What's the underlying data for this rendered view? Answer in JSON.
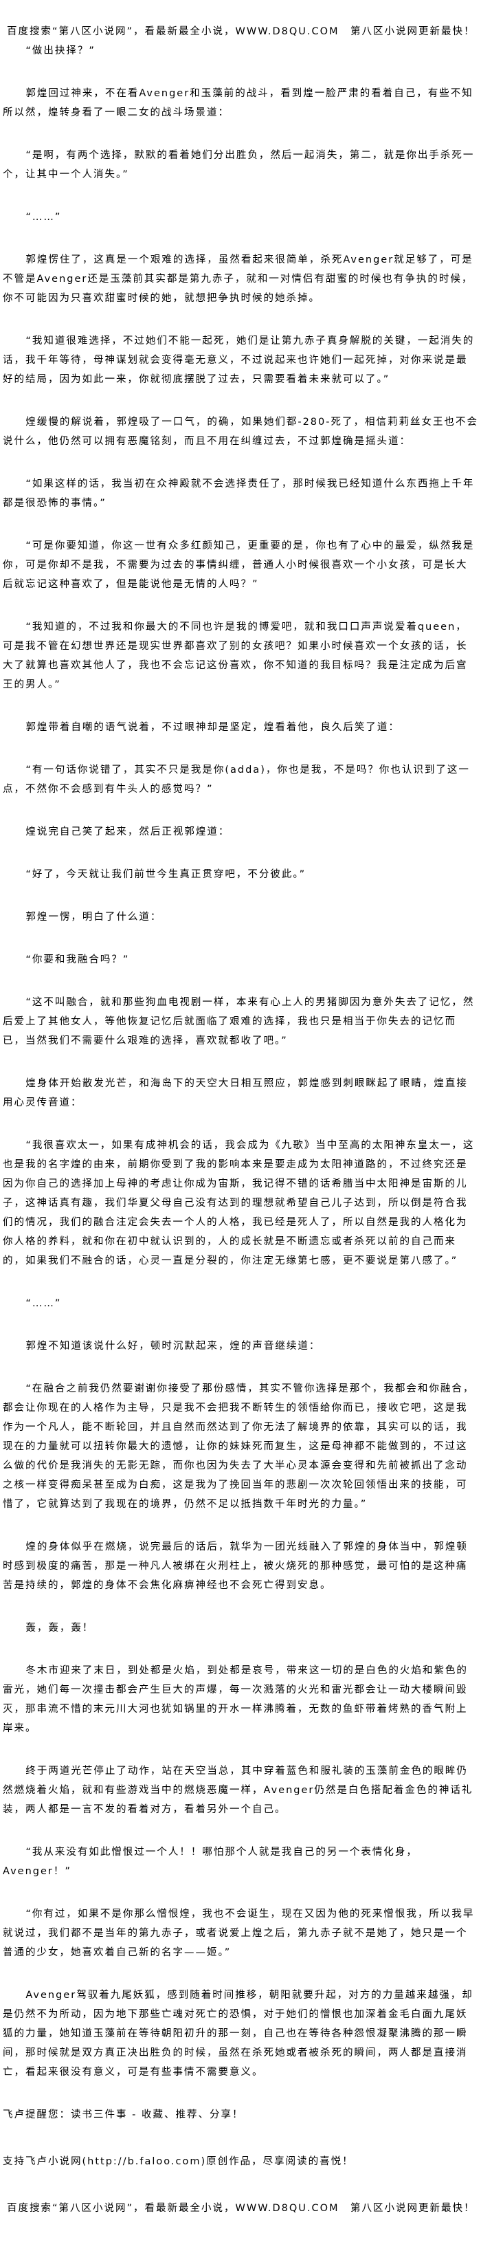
{
  "header_notice": "百度搜索“第八区小说网”，看最新最全小说，WWW.D8QU.COM　第八区小说网更新最快！",
  "paragraphs": [
    "“做出抉择？”",
    "郭煌回过神来，不在看Avenger和玉藻前的战斗，看到煌一脸严肃的看着自己，有些不知所以然，煌转身看了一眼二女的战斗场景道：",
    "“是啊，有两个选择，默默的看着她们分出胜负，然后一起消失，第二，就是你出手杀死一个，让其中一个人消失。”",
    "“……”",
    "郭煌愣住了，这真是一个艰难的选择，虽然看起来很简单，杀死Avenger就足够了，可是不管是Avenger还是玉藻前其实都是第九赤子，就和一对情侣有甜蜜的时候也有争执的时候，你不可能因为只喜欢甜蜜时候的她，就想把争执时候的她杀掉。",
    "“我知道很难选择，不过她们不能一起死，她们是让第九赤子真身解脱的关键，一起消失的话，我千年等待，母神谋划就会变得毫无意义，不过说起来也许她们一起死掉，对你来说是最好的结局，因为如此一来，你就彻底摆脱了过去，只需要看着未来就可以了。”",
    "煌缓慢的解说着，郭煌吸了一口气，的确，如果她们都-280-死了，相信莉莉丝女王也不会说什么，他仍然可以拥有恶魔铭刻，而且不用在纠缠过去，不过郭煌确是摇头道：",
    "“如果这样的话，我当初在众神殿就不会选择责任了，那时候我已经知道什么东西拖上千年都是很恐怖的事情。”",
    "“可是你要知道，你这一世有众多红颜知己，更重要的是，你也有了心中的最爱，纵然我是你，可是你却不是我，不需要为过去的事情纠缠，普通人小时候很喜欢一个小女孩，可是长大后就忘记这种喜欢了，但是能说他是无情的人吗？”",
    "“我知道的，不过我和你最大的不同也许是我的博爱吧，就和我口口声声说爱着queen，可是我不管在幻想世界还是现实世界都喜欢了别的女孩吧？如果小时候喜欢一个女孩的话，长大了就算也喜欢其他人了，我也不会忘记这份喜欢，你不知道的我目标吗？我是注定成为后宫王的男人。”",
    "郭煌带着自嘲的语气说着，不过眼神却是坚定，煌看着他，良久后笑了道：",
    "“有一句话你说错了，其实不只是我是你(adda)，你也是我，不是吗？你也认识到了这一点，不然你不会感到有牛头人的感觉吗？”",
    "煌说完自己笑了起来，然后正视郭煌道：",
    "“好了，今天就让我们前世今生真正贯穿吧，不分彼此。”",
    "郭煌一愣，明白了什么道：",
    "“你要和我融合吗？”",
    "“这不叫融合，就和那些狗血电视剧一样，本来有心上人的男猪脚因为意外失去了记忆，然后爱上了其他女人，等他恢复记忆后就面临了艰难的选择，我也只是相当于你失去的记忆而已，当然我们不需要什么艰难的选择，喜欢就都收了吧。”",
    "煌身体开始散发光芒，和海岛下的天空大日相互照应，郭煌感到刺眼眯起了眼睛，煌直接用心灵传音道：",
    "“我很喜欢太一，如果有成神机会的话，我会成为《九歌》当中至高的太阳神东皇太一，这也是我的名字煌的由来，前期你受到了我的影响本来是要走成为太阳神道路的，不过终究还是因为你自己的选择加上母神的考虑让你成为宙斯，我记得不错的话希腊当中太阳神是宙斯的儿子，这神话真有趣，我们华夏父母自己没有达到的理想就希望自己儿子达到，所以倒是符合我们的情况，我们的融合注定会失去一个人的人格，我已经是死人了，所以自然是我的人格化为你人格的养料，就和你在初中就认识到的，人的成长就是不断遗忘或者杀死以前的自己而来的，如果我们不融合的话，心灵一直是分裂的，你注定无缘第七感，更不要说是第八感了。”",
    "“……”",
    "郭煌不知道该说什么好，顿时沉默起来，煌的声音继续道：",
    "“在融合之前我仍然要谢谢你接受了那份感情，其实不管你选择是那个，我都会和你融合，都会让你现在的人格作为主导，只是我不会把我不断转生的领悟给你而已，接收它吧，这是我作为一个凡人，能不断轮回，并且自然而然达到了你无法了解境界的依靠，其实可以的话，我现在的力量就可以扭转你最大的遗憾，让你的妹妹死而复生，这是母神都不能做到的，不过这么做的代价是我消失的无影无踪，而你也因为失去了大半心灵本源会变得和先前被抓出了念动之核一样变得痴呆甚至成为白痴，这是我为了挽回当年的悲剧一次次轮回领悟出来的技能，可惜了，它就算达到了我现在的境界，仍然不足以抵挡数千年时光的力量。”",
    "煌的身体似乎在燃烧，说完最后的话后，就华为一团光线融入了郭煌的身体当中，郭煌顿时感到极度的痛苦，那是一种凡人被绑在火刑柱上，被火烧死的那种感觉，最可怕的是这种痛苦是持续的，郭煌的身体不会焦化麻痹神经也不会死亡得到安息。",
    "轰，轰，轰！",
    "冬木市迎来了末日，到处都是火焰，到处都是哀号，带来这一切的是白色的火焰和紫色的雷光，她们每一次撞击都会产生巨大的声爆，每一次溅落的火光和雷光都会让一动大楼瞬间毁灭，那串流不惜的末元川大河也犹如锅里的开水一样沸腾着，无数的鱼虾带着烤熟的香气附上岸来。",
    "终于两道光芒停止了动作，站在天空当总，其中穿着蓝色和服礼装的玉藻前金色的眼眸仍然燃烧着火焰，就和有些游戏当中的燃烧恶魔一样，Avenger仍然是白色搭配着金色的神话礼装，两人都是一言不发的看着对方，看着另外一个自己。",
    "“我从来没有如此憎恨过一个人！！哪怕那个人就是我自己的另一个表情化身，Avenger！”",
    "“你有过，如果不是你那么憎恨煌，我也不会诞生，现在又因为他的死来憎恨我，所以我早就说过，我们都不是当年的第九赤子，或者说爱上煌之后，第九赤子就不是她了，她只是一个普通的少女，她喜欢着自己新的名字——姬。”",
    "Avenger驾驭着九尾妖狐，感到随着时间推移，朝阳就要升起，对方的力量越来越强，却是仍然不为所动，因为地下那些亡魂对死亡的恐惧，对于她们的憎恨也加深着金毛白面九尾妖狐的力量，她知道玉藻前在等待朝阳初升的那一刻，自己也在等待各种怨恨凝聚沸腾的那一瞬间，那时候就是双方真正决出胜负的时候，虽然在杀死她或者被杀死的瞬间，两人都是直接消亡，看起来很没有意义，可是有些事情不需要意义。"
  ],
  "footer": {
    "reminder": "飞卢提醒您：读书三件事 - 收藏、推荐、分享！",
    "support": "支持飞卢小说网(http://b.faloo.com)原创作品，尽享阅读的喜悦！"
  },
  "footer_notice": "百度搜索“第八区小说网”，看最新最全小说，WWW.D8QU.COM　第八区小说网更新最快！"
}
